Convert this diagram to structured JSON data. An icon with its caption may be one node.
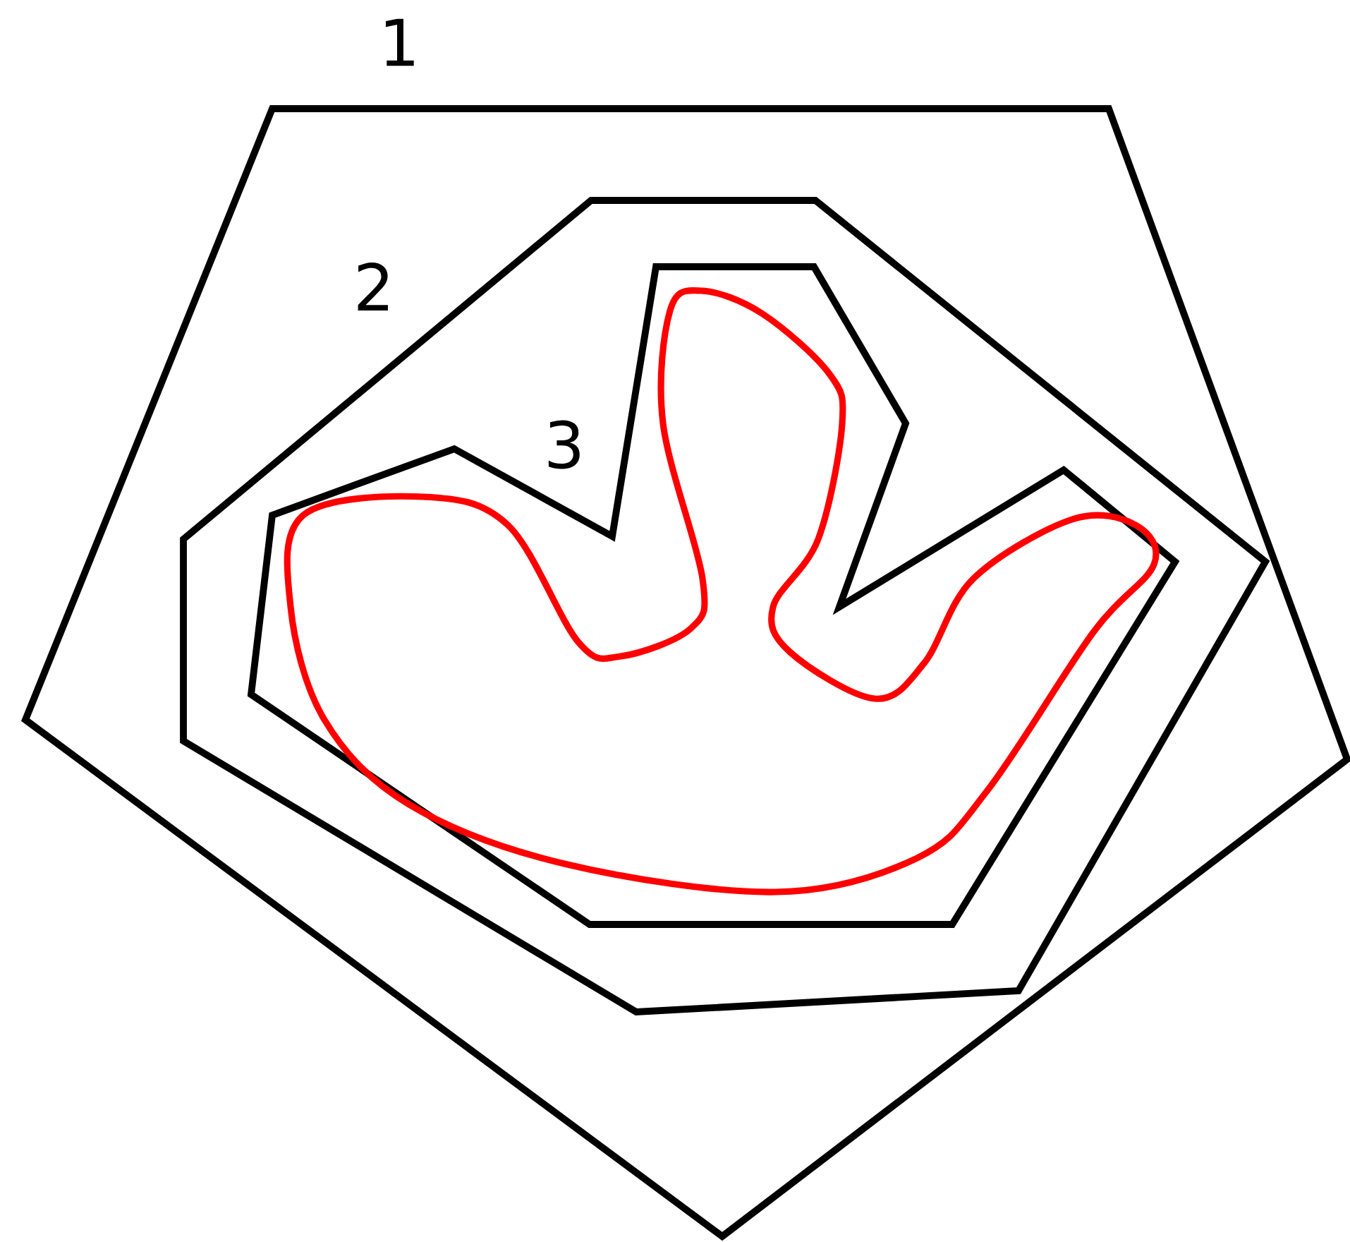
{
  "diagram": {
    "nodes": [
      {
        "text": [
          "1"
        ]
      },
      {
        "text": [
          "2"
        ],
        "in": 0
      },
      {
        "text": [
          "3"
        ],
        "in": 1
      },
      {
        "text": [],
        "shape": "blob",
        "in": 2
      }
    ]
  }
}
